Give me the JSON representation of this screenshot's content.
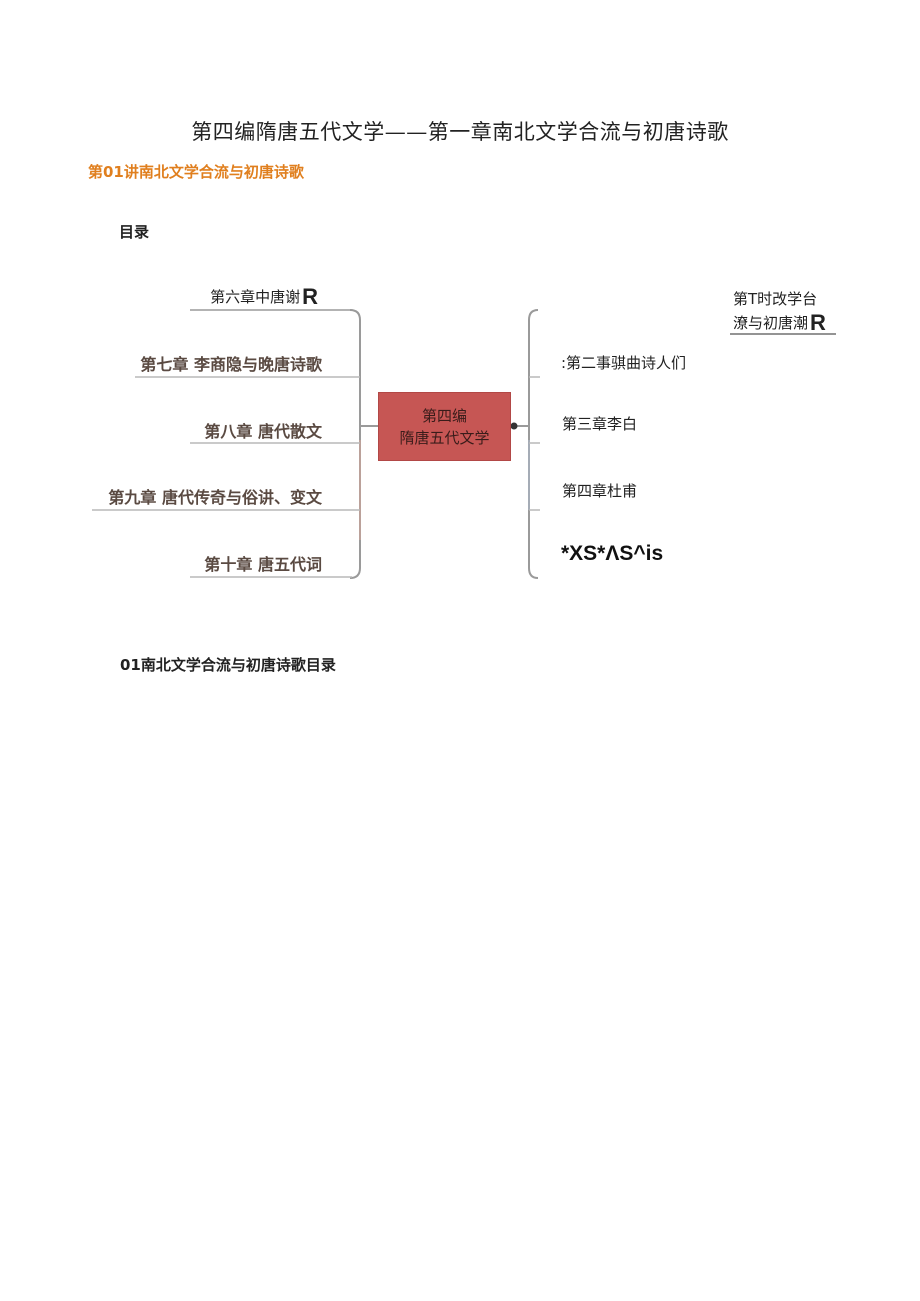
{
  "document": {
    "title": "第四编隋唐五代文学——第一章南北文学合流与初唐诗歌",
    "lecture_heading": "第01讲南北文学合流与初唐诗歌",
    "toc_label": "目录",
    "section_heading": "01南北文学合流与初唐诗歌目录"
  },
  "mindmap": {
    "center": {
      "line1": "第四编",
      "line2": "隋唐五代文学"
    },
    "left_items": [
      {
        "label": "第六章中唐谢",
        "suffix": "R"
      },
      {
        "label": "第七章 李商隐与晚唐诗歌"
      },
      {
        "label": "第八章 唐代散文"
      },
      {
        "label": "第九章 唐代传奇与俗讲、变文"
      },
      {
        "label": "第十章 唐五代词"
      }
    ],
    "right_items": [
      {
        "line1": "第T时改学台",
        "line2": "潦与初唐潮",
        "suffix": "R"
      },
      {
        "label": ":第二事骐曲诗人们"
      },
      {
        "label": "第三章李白"
      },
      {
        "label": "第四章杜甫"
      },
      {
        "label": "*XS*ΛS^is"
      }
    ],
    "colors": {
      "center_fill": "#c65654",
      "line": "#8a8a8a",
      "left_accent": "#c9a49a",
      "right_accent": "#a9b4c2"
    }
  }
}
